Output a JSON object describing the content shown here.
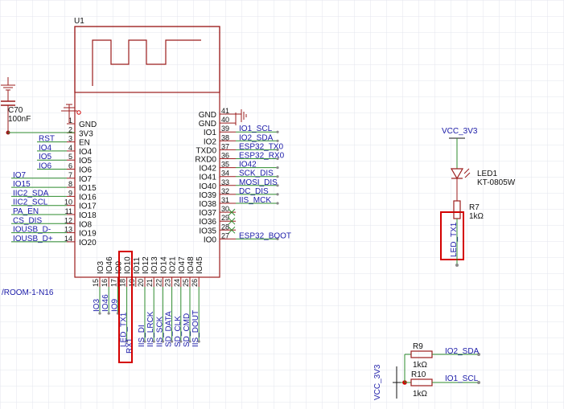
{
  "schematic": {
    "colors": {
      "body": "#9b1c1c",
      "text": "#111111",
      "net_text": "#1a1aa8",
      "wire": "#2e8b2e",
      "grid": "#e3e6ee",
      "highlight": "#d40000",
      "ground": "#9b1c1c"
    },
    "u1": {
      "ref": "U1",
      "module_label": "/ROOM-1-N16",
      "left_pins": [
        {
          "num": "1",
          "name": "GND",
          "net": ""
        },
        {
          "num": "2",
          "name": "3V3",
          "net": ""
        },
        {
          "num": "3",
          "name": "EN",
          "net": "RST"
        },
        {
          "num": "4",
          "name": "IO4",
          "net": "IO4"
        },
        {
          "num": "5",
          "name": "IO5",
          "net": "IO5"
        },
        {
          "num": "6",
          "name": "IO6",
          "net": "IO6"
        },
        {
          "num": "7",
          "name": "IO7",
          "net": "IO7"
        },
        {
          "num": "8",
          "name": "IO15",
          "net": "IO15"
        },
        {
          "num": "9",
          "name": "IO16",
          "net": "IIC2_SDA"
        },
        {
          "num": "10",
          "name": "IO17",
          "net": "IIC2_SCL"
        },
        {
          "num": "11",
          "name": "IO18",
          "net": "PA_EN"
        },
        {
          "num": "12",
          "name": "IO8",
          "net": "CS_DIS"
        },
        {
          "num": "13",
          "name": "IO19",
          "net": "IOUSB_D-"
        },
        {
          "num": "14",
          "name": "IO20",
          "net": "IOUSB_D+"
        }
      ],
      "right_pins": [
        {
          "num": "41",
          "name": "GND",
          "net": ""
        },
        {
          "num": "40",
          "name": "GND",
          "net": ""
        },
        {
          "num": "39",
          "name": "IO1",
          "net": "IO1_SCL"
        },
        {
          "num": "38",
          "name": "IO2",
          "net": "IO2_SDA"
        },
        {
          "num": "37",
          "name": "TXD0",
          "net": "ESP32_TX0"
        },
        {
          "num": "36",
          "name": "RXD0",
          "net": "ESP32_RX0"
        },
        {
          "num": "35",
          "name": "IO42",
          "net": "IO42"
        },
        {
          "num": "34",
          "name": "IO41",
          "net": "SCK_DIS"
        },
        {
          "num": "33",
          "name": "IO40",
          "net": "MOSI_DIS"
        },
        {
          "num": "32",
          "name": "IO39",
          "net": "DC_DIS"
        },
        {
          "num": "31",
          "name": "IO38",
          "net": "IIS_MCK"
        },
        {
          "num": "30",
          "name": "IO37",
          "net": ""
        },
        {
          "num": "29",
          "name": "IO36",
          "net": ""
        },
        {
          "num": "28",
          "name": "IO35",
          "net": ""
        },
        {
          "num": "27",
          "name": "IO0",
          "net": "ESP32_BOOT"
        }
      ],
      "bottom_pins": [
        {
          "num": "15",
          "name": "IO3",
          "net": "IO3"
        },
        {
          "num": "16",
          "name": "IO46",
          "net": "IO46"
        },
        {
          "num": "17",
          "name": "IO9",
          "net": "IO9"
        },
        {
          "num": "18",
          "name": "IO10",
          "net": "LED_TX1"
        },
        {
          "num": "19",
          "name": "IO11",
          "net": ""
        },
        {
          "num": "20",
          "name": "IO12",
          "net": "IIS_DI"
        },
        {
          "num": "21",
          "name": "IO13",
          "net": "IIS_LRCK"
        },
        {
          "num": "22",
          "name": "IO14",
          "net": "IIS_SCK"
        },
        {
          "num": "23",
          "name": "IO21",
          "net": "SD_DATA"
        },
        {
          "num": "24",
          "name": "IO47",
          "net": "SD_CLK"
        },
        {
          "num": "25",
          "name": "IO48",
          "net": "SD_CMD"
        },
        {
          "num": "26",
          "name": "IO45",
          "net": "IIS_DOUT"
        }
      ],
      "bottom_net_extra": "RX1"
    },
    "c70": {
      "ref": "C70",
      "value": "100nF"
    },
    "led_section": {
      "supply": "VCC_3V3",
      "led_ref": "LED1",
      "led_part": "KT-0805W",
      "res_ref": "R7",
      "res_value": "1kΩ",
      "net": "LED_TX1"
    },
    "pullups": {
      "supply": "VCC_3V3",
      "r9": {
        "ref": "R9",
        "value": "1kΩ",
        "net": "IO2_SDA"
      },
      "r10": {
        "ref": "R10",
        "value": "1kΩ",
        "net": "IO1_SCL"
      }
    }
  }
}
